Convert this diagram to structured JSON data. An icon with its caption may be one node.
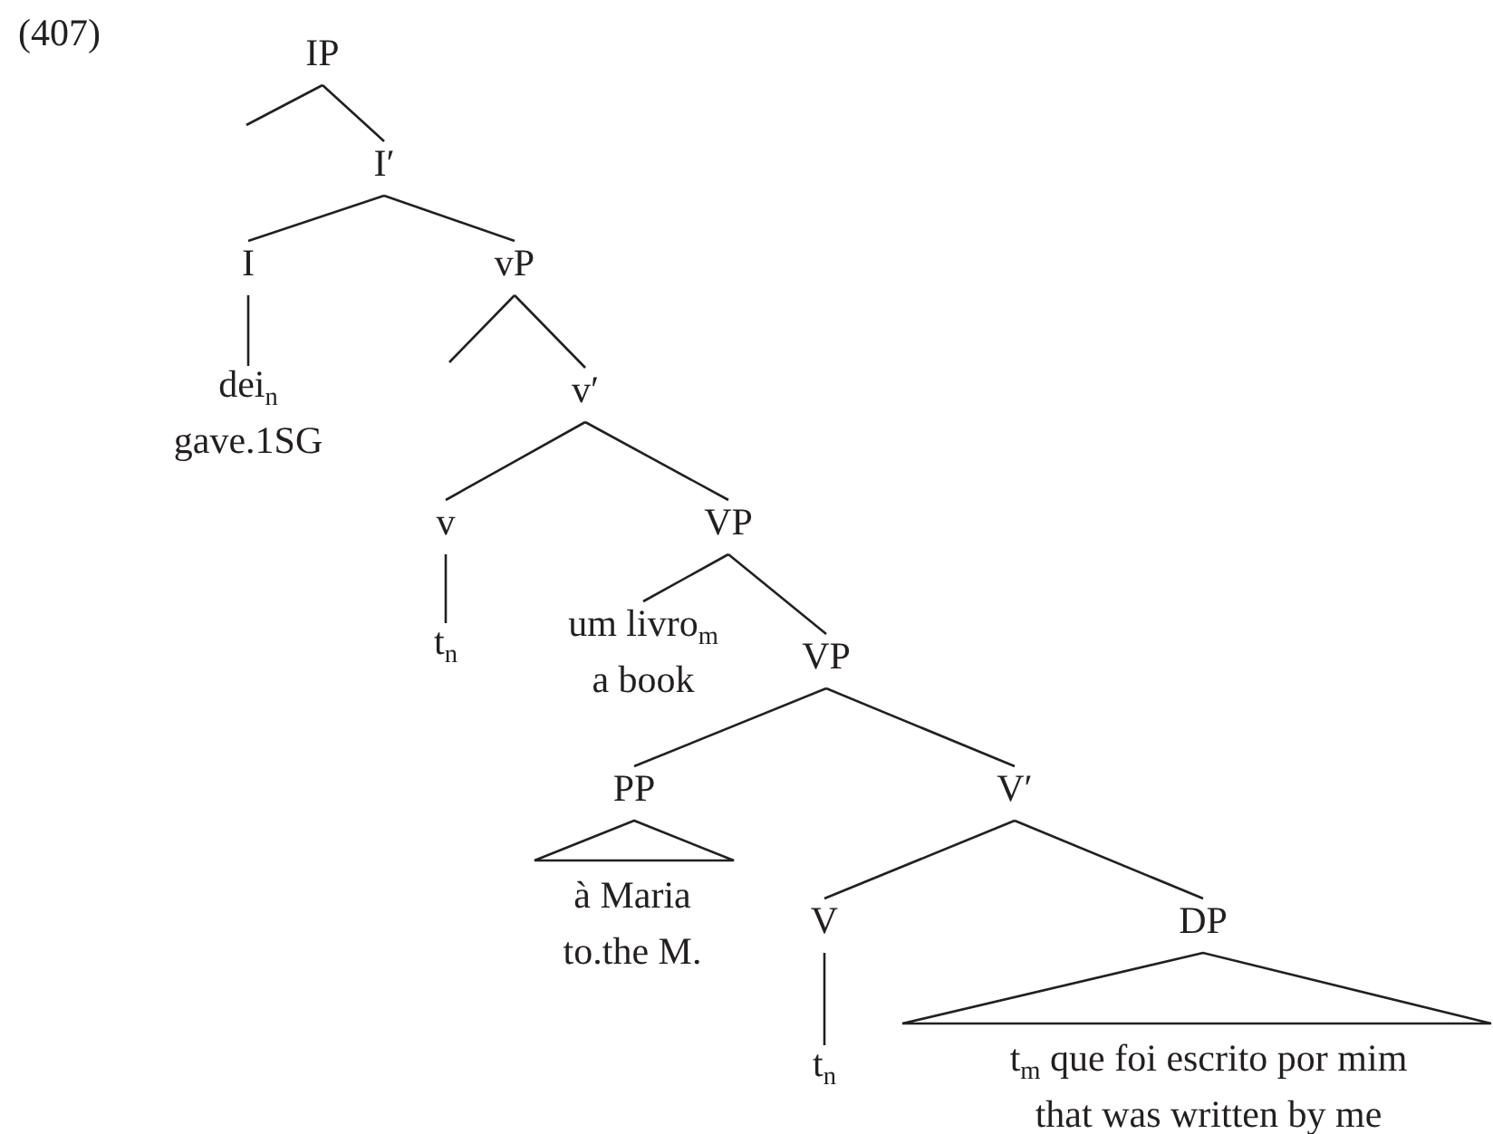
{
  "diagram": {
    "nodes": [
      {
        "text": [
          "IP"
        ]
      },
      {
        "text": [
          "I′"
        ]
      },
      {
        "text": [
          "I"
        ]
      },
      {
        "text": [
          "dei$_{n}$",
          "gave.1SG"
        ]
      },
      {
        "text": [
          "vP"
        ]
      },
      {
        "text": [
          "v′"
        ]
      },
      {
        "text": [
          "v"
        ]
      },
      {
        "text": [
          "t$_{n}$"
        ]
      },
      {
        "text": [
          "VP"
        ]
      },
      {
        "text": [
          "um livro$_{m}$",
          "a book"
        ]
      },
      {
        "text": [
          "VP"
        ]
      },
      {
        "text": [
          "PP"
        ]
      },
      {
        "text": [
          "à Maria",
          "to.the M."
        ]
      },
      {
        "text": [
          "V′"
        ]
      },
      {
        "text": [
          "V"
        ]
      },
      {
        "text": [
          "t$_{n}$"
        ]
      },
      {
        "text": [
          "DP"
        ]
      },
      {
        "text": [
          "t$_{m}$ que foi escrito por mim",
          "that was written by me"
        ]
      }
    ],
    "edges": [
      {
        "from": 0,
        "to": null,
        "arrow": "none"
      },
      {
        "from": 0,
        "to": 1,
        "arrow": "none"
      },
      {
        "from": 1,
        "to": 2,
        "arrow": "none"
      },
      {
        "from": 1,
        "to": 4,
        "arrow": "none"
      },
      {
        "from": 2,
        "to": 3,
        "arrow": "none"
      },
      {
        "from": 4,
        "to": null,
        "arrow": "none"
      },
      {
        "from": 4,
        "to": 5,
        "arrow": "none"
      },
      {
        "from": 5,
        "to": 6,
        "arrow": "none"
      },
      {
        "from": 5,
        "to": 8,
        "arrow": "none"
      },
      {
        "from": 6,
        "to": 7,
        "arrow": "none"
      },
      {
        "from": 8,
        "to": 9,
        "arrow": "none"
      },
      {
        "from": 8,
        "to": 10,
        "arrow": "none"
      },
      {
        "from": 10,
        "to": 11,
        "arrow": "none"
      },
      {
        "from": 10,
        "to": 13,
        "arrow": "none"
      },
      {
        "from": 11,
        "to": 12,
        "arrow": "none"
      },
      {
        "from": 13,
        "to": 14,
        "arrow": "none"
      },
      {
        "from": 13,
        "to": 16,
        "arrow": "none"
      },
      {
        "from": 14,
        "to": 15,
        "arrow": "none"
      },
      {
        "from": 16,
        "to": 17,
        "arrow": "none"
      }
    ],
    "labels": [
      "(407)"
    ]
  }
}
